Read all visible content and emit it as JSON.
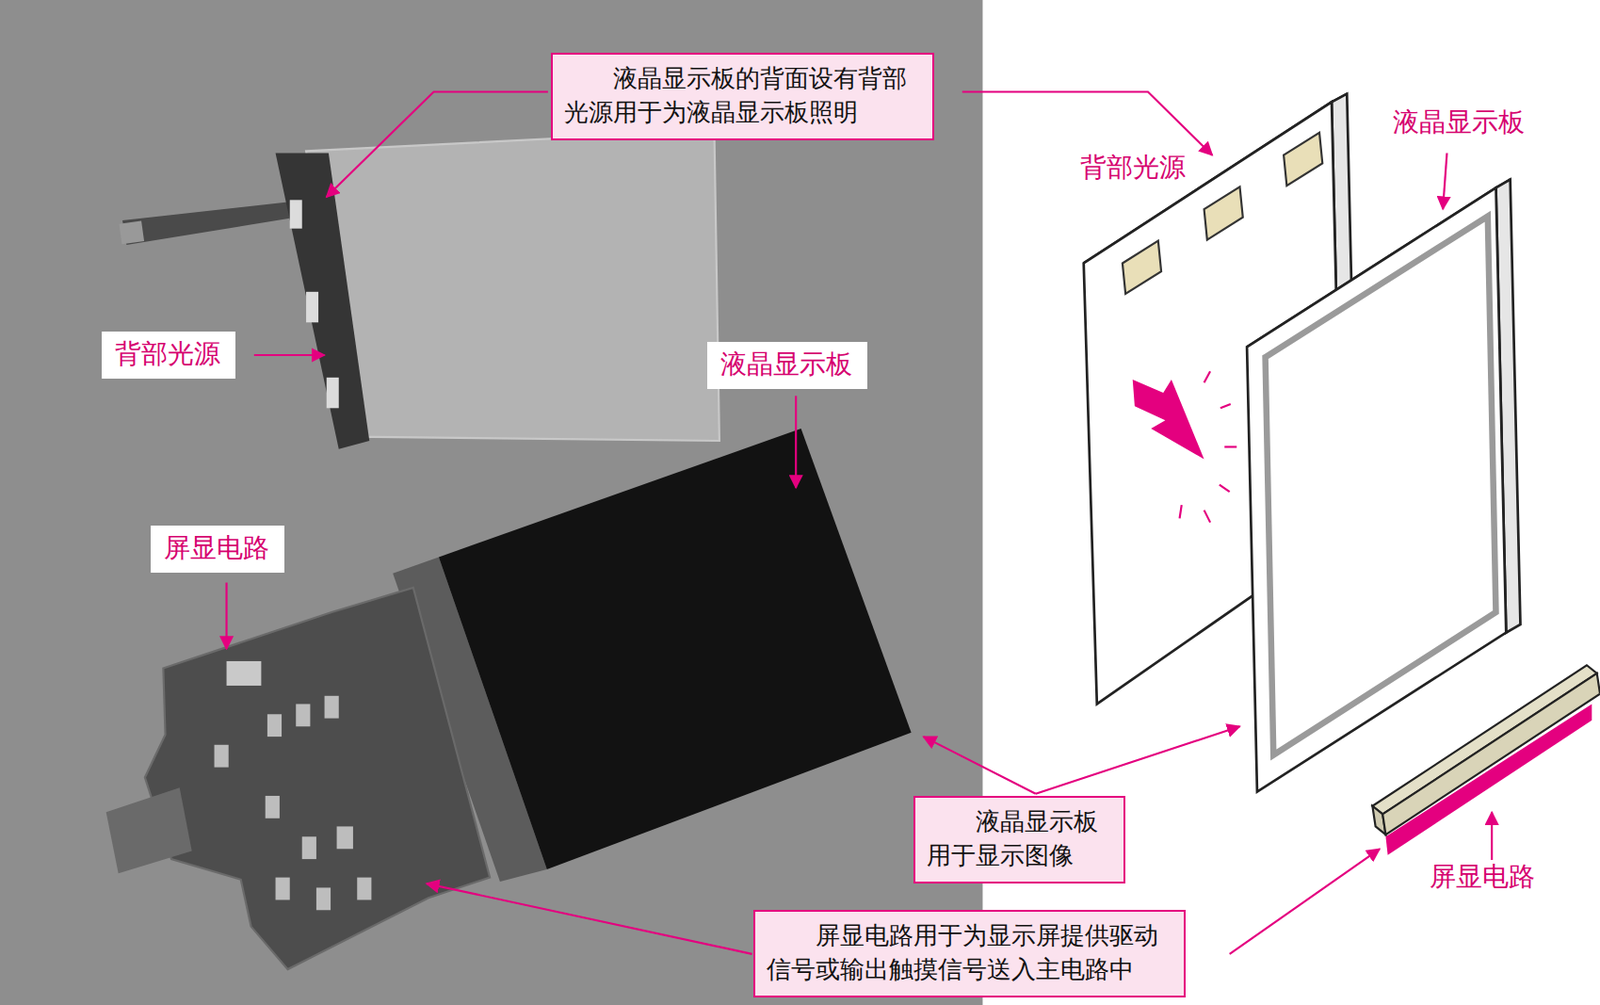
{
  "diagram": {
    "nodes": [
      {
        "text": [
          "液晶显示板的背面设有背部光源用于为液晶显示板照明"
        ]
      },
      {
        "text": [
          "背部光源"
        ]
      },
      {
        "text": [
          "液晶显示板"
        ]
      },
      {
        "text": [
          "屏显电路"
        ]
      },
      {
        "text": [
          "液晶显示板用于显示图像"
        ]
      },
      {
        "text": [
          "屏显电路用于为显示屏提供驱动信号或输出触摸信号送入主电路中"
        ]
      }
    ],
    "labels": [
      "背部光源",
      "液晶显示板",
      "屏显电路"
    ]
  }
}
